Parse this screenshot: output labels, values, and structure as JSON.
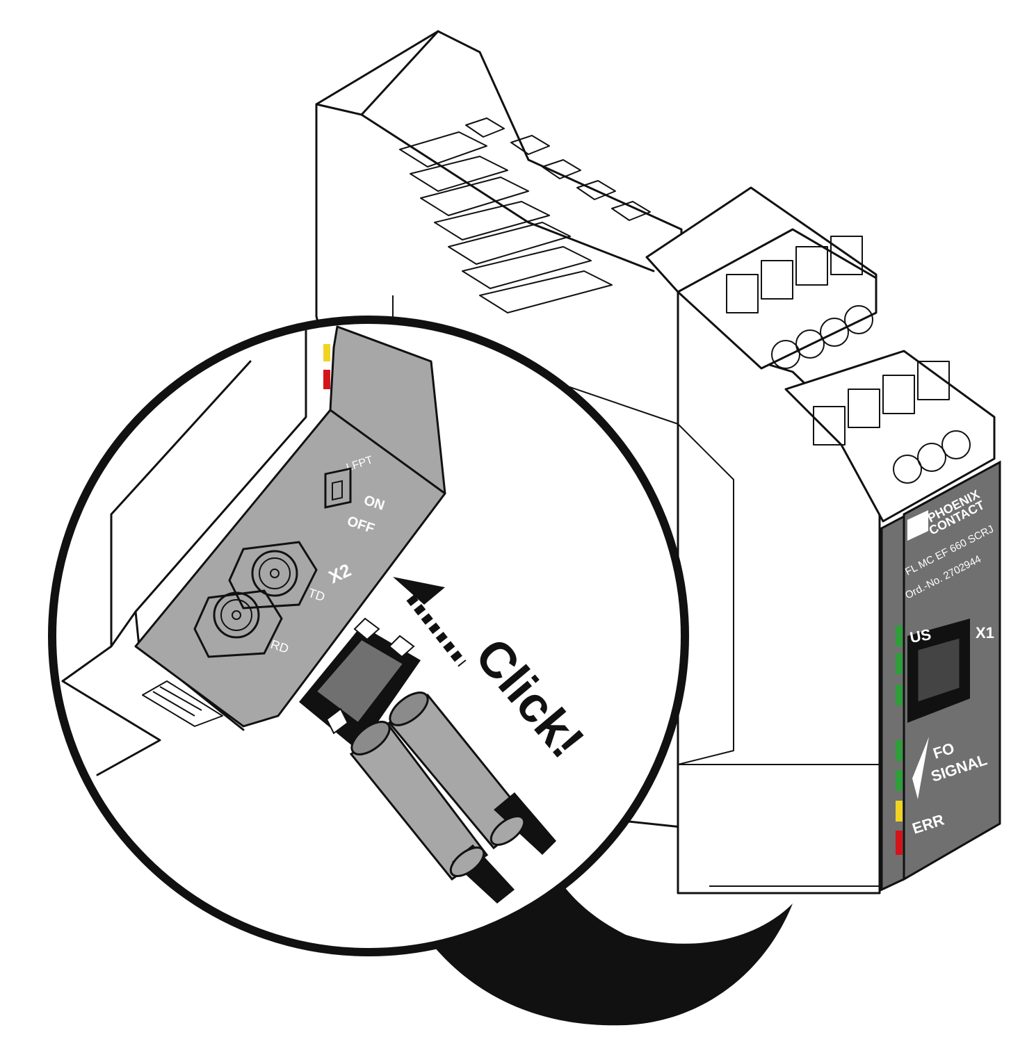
{
  "device": {
    "brand_line1": "PHOENIX",
    "brand_line2": "CONTACT",
    "model": "FL MC EF 660 SCRJ",
    "order_no": "Ord.-No. 2702944",
    "port_x1": "X1",
    "led_us": "US",
    "led_fo": "FO",
    "led_signal": "SIGNAL",
    "led_err": "ERR"
  },
  "zoom": {
    "switch_label": "LFPT",
    "switch_on": "ON",
    "switch_off": "OFF",
    "port_x2": "X2",
    "port_td": "TD",
    "port_rd": "RD",
    "action_text": "Click!"
  },
  "colors": {
    "panel_gray": "#a6a7a6",
    "dark_gray": "#6f706f",
    "led_green": "#2f9e3a",
    "led_yellow": "#f1d323",
    "led_red": "#d4141b",
    "outline": "#111111"
  }
}
